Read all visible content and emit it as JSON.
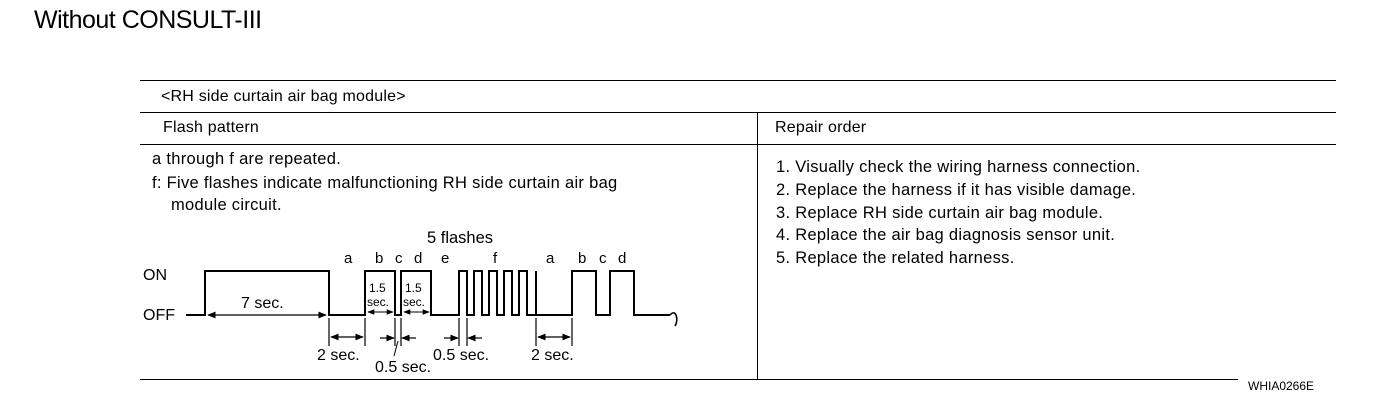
{
  "page": {
    "title": "Without CONSULT-III",
    "figure_code": "WHIA0266E"
  },
  "table": {
    "section_label": "<RH side curtain air bag module>",
    "col_flash_header": "Flash pattern",
    "col_repair_header": "Repair order",
    "flash_notes": [
      "a through f are repeated.",
      "f: Five flashes indicate malfunctioning RH side curtain air bag",
      "module circuit."
    ],
    "repair_steps": [
      "1. Visually check the wiring harness connection.",
      "2. Replace the harness if it has visible damage.",
      "3. Replace RH side curtain air bag module.",
      "4. Replace the air bag diagnosis sensor unit.",
      "5. Replace the related harness."
    ]
  },
  "diagram": {
    "on_label": "ON",
    "off_label": "OFF",
    "five_flashes_label": "5 flashes",
    "letters": [
      "a",
      "b",
      "c",
      "d",
      "e",
      "f",
      "a",
      "b",
      "c",
      "d"
    ],
    "pulse_top": "1.5",
    "pulse_bottom": "sec.",
    "seven_sec": "7 sec.",
    "two_sec": "2 sec.",
    "half_sec": "0.5 sec."
  }
}
